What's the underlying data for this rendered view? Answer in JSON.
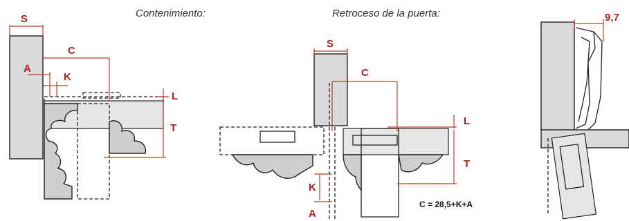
{
  "titles": {
    "left": "Contenimiento:",
    "middle": "Retroceso de la puerta:"
  },
  "labels": {
    "left": {
      "s": "S",
      "c": "C",
      "a": "A",
      "k": "K",
      "l": "L",
      "t": "T"
    },
    "middle": {
      "s": "S",
      "c": "C",
      "l": "L",
      "t": "T",
      "k": "K",
      "a": "A"
    },
    "right": {
      "dimension": "9,7"
    }
  },
  "formula": "C = 28,5+K+A",
  "colors": {
    "dimension": "#c0392b",
    "line": "#222222",
    "panel": "#d9d9d9"
  }
}
